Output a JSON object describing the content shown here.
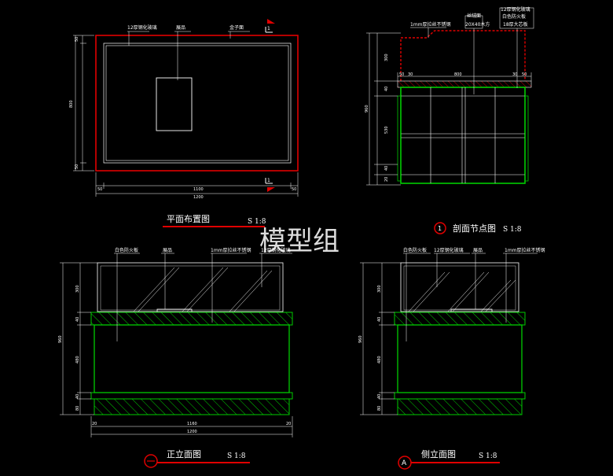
{
  "plan": {
    "title": "平面布置图",
    "scale": "S 1:8",
    "labels": [
      "12厚钢化玻璃",
      "展品",
      "金子面"
    ],
    "dims_bottom": [
      "50",
      "1100",
      "50"
    ],
    "dims_bottom_total": "1200",
    "dims_left": [
      "50",
      "800",
      "50"
    ],
    "section_marks": [
      "1",
      "1"
    ]
  },
  "section": {
    "marker": "1",
    "title": "剖面节点图",
    "scale": "S 1:8",
    "labels": [
      "1mm厚拉丝不锈钢",
      "丝绒面",
      "20X40木方",
      "12厚钢化玻璃",
      "白色防火板",
      "18厚大芯板"
    ],
    "dims_top": [
      "50",
      "30",
      "800",
      "30",
      "50"
    ],
    "dims_left": [
      "300",
      "40",
      "960",
      "530",
      "40",
      "20"
    ]
  },
  "front": {
    "marker": "一",
    "title": "正立面图",
    "scale": "S 1:8",
    "labels": [
      "白色防火板",
      "展品",
      "1mm厚拉丝不锈钢",
      "12厚钢化玻璃"
    ],
    "dims_left": [
      "300",
      "40",
      "960",
      "480",
      "40",
      "80"
    ],
    "dims_bottom": [
      "20",
      "1160",
      "20"
    ],
    "dims_bottom_total": "1200"
  },
  "side": {
    "marker": "A",
    "title": "侧立面图",
    "scale": "S 1:8",
    "labels": [
      "白色防火板",
      "12厚钢化玻璃",
      "展品",
      "1mm厚拉丝不锈钢"
    ],
    "dims_left": [
      "300",
      "40",
      "960",
      "480",
      "40",
      "80"
    ]
  },
  "watermark": "模型组",
  "colors": {
    "frame_red": "#e00000",
    "body_green": "#00cc00",
    "hatch": "#00cc00",
    "line": "#ffffff"
  }
}
